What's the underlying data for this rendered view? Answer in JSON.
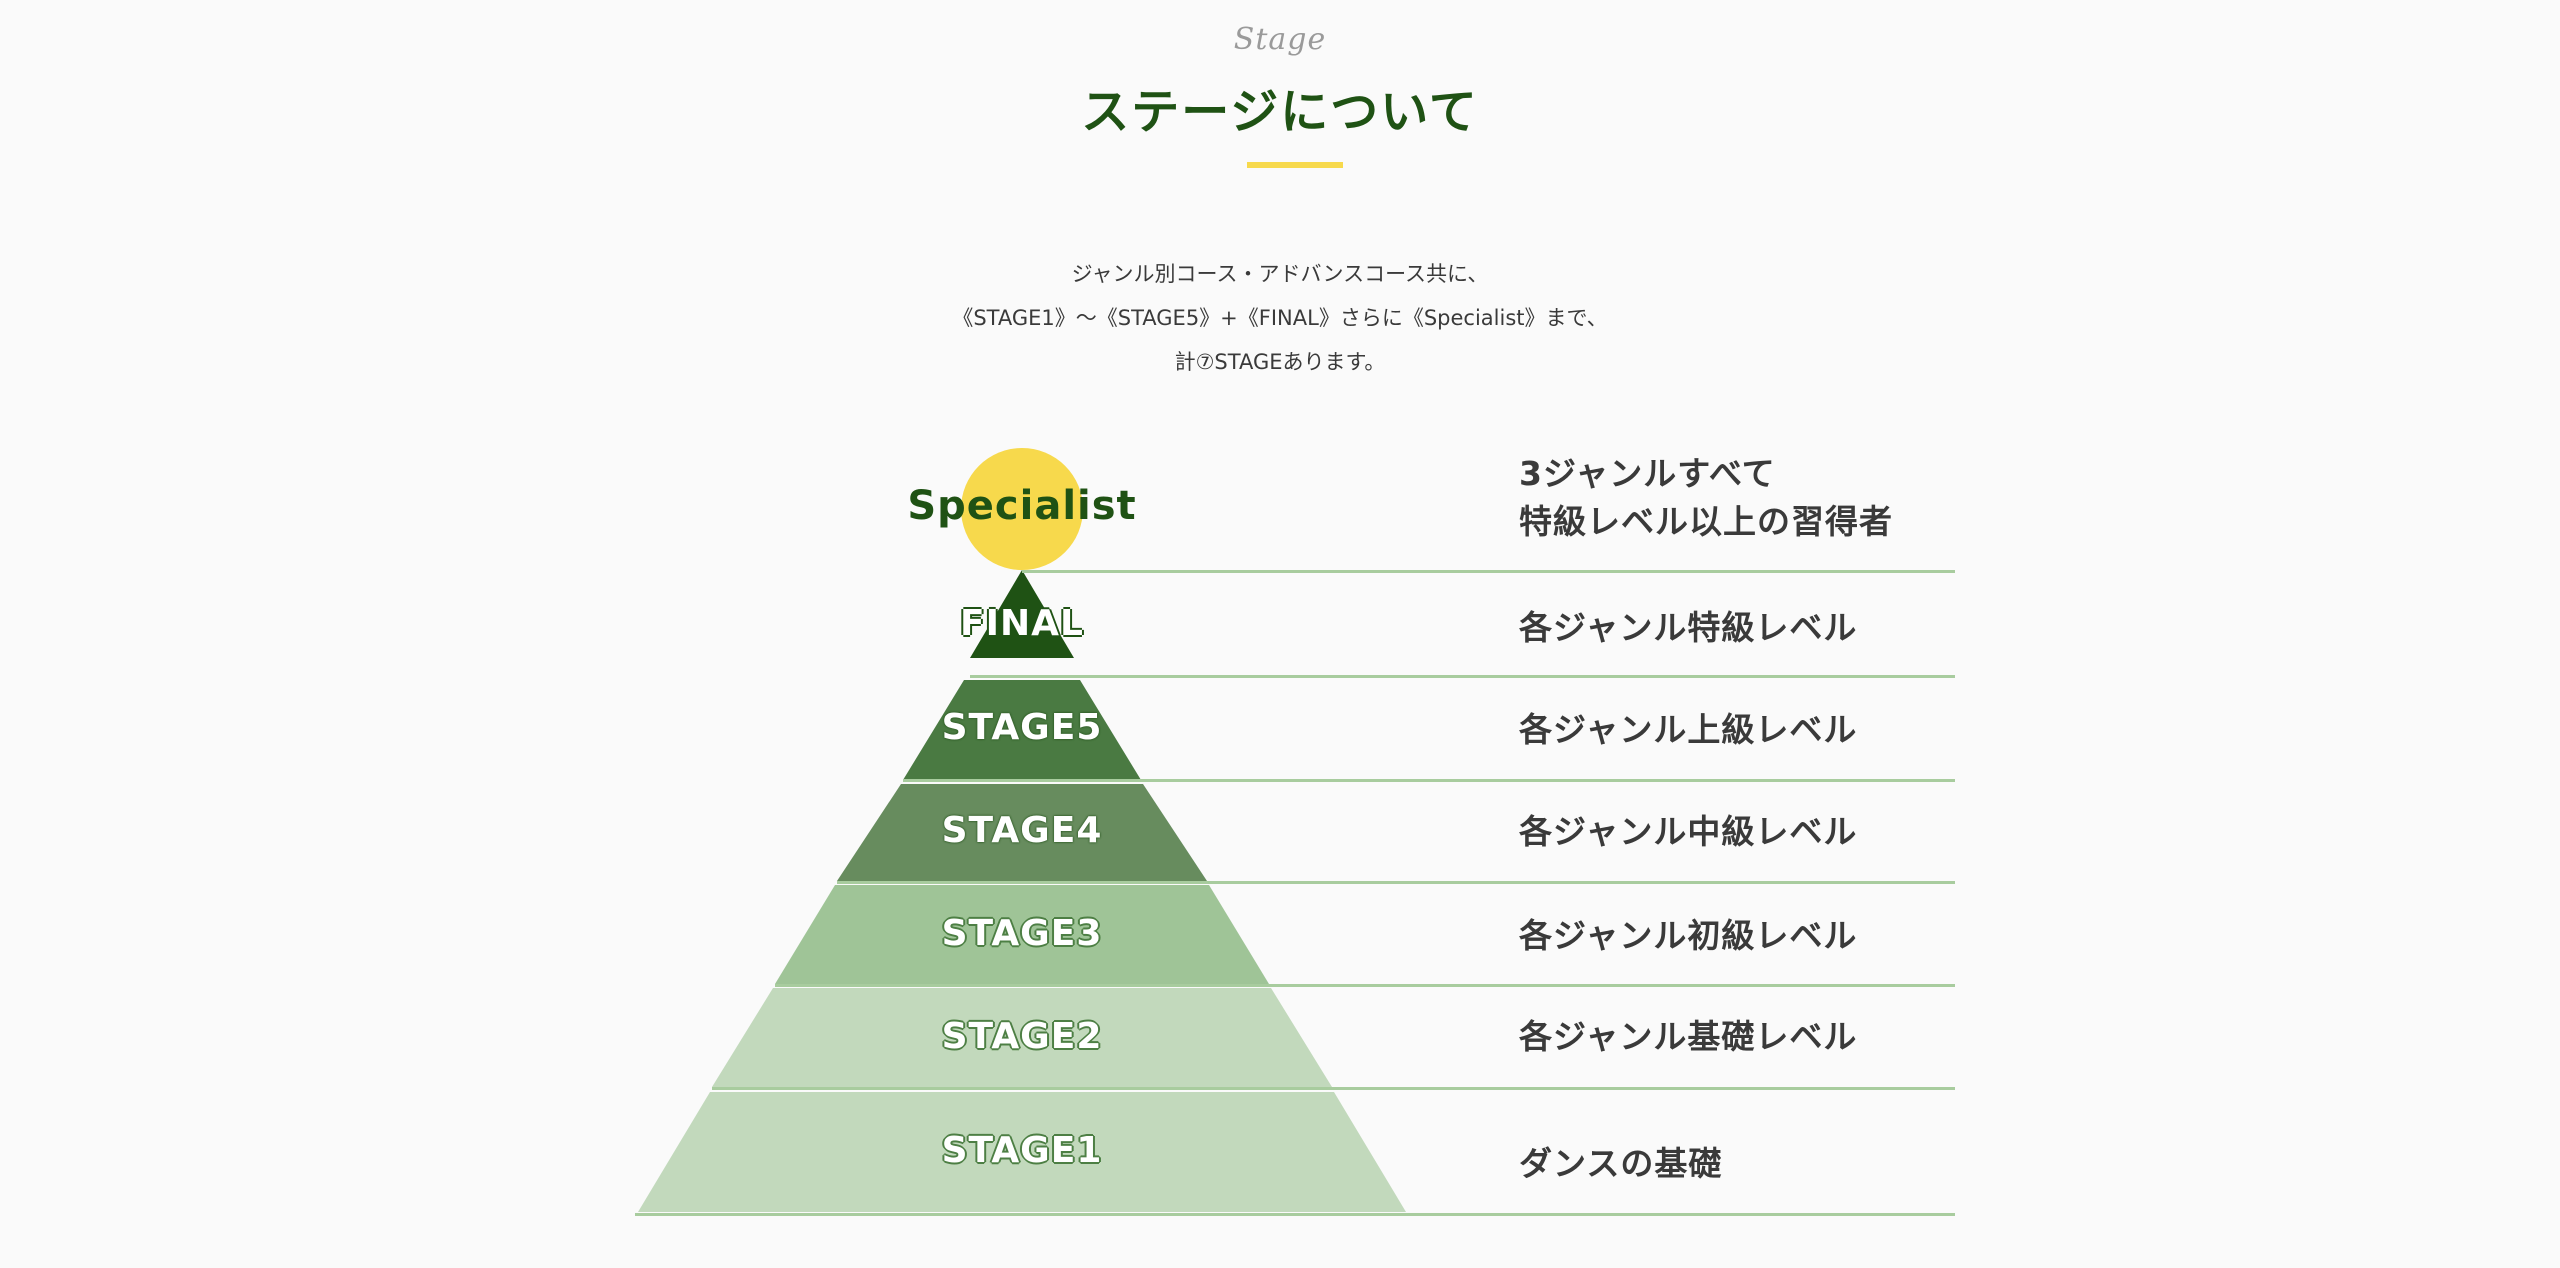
{
  "header": {
    "eyebrow": "Stage",
    "title": "ステージについて",
    "underline_color": "#f7d94c"
  },
  "intro": {
    "lines": [
      "ジャンル別コース・アドバンスコース共に、",
      "《STAGE1》〜《STAGE5》+《FINAL》さらに《Specialist》まで、",
      "計⑦STAGEあります。"
    ]
  },
  "pyramid": {
    "specialist": {
      "label": "Specialist",
      "circle_color": "#f7d94c",
      "text_color": "#1f5214",
      "description": [
        "3ジャンルすべて",
        "特級レベル以上の習得者"
      ]
    },
    "bands": [
      {
        "label": "FINAL",
        "color": "#1f5214",
        "description": "各ジャンル特級レベル"
      },
      {
        "label": "STAGE5",
        "color": "#4a7a42",
        "description": "各ジャンル上級レベル"
      },
      {
        "label": "STAGE4",
        "color": "#678c5e",
        "description": "各ジャンル中級レベル"
      },
      {
        "label": "STAGE3",
        "color": "#9fc497",
        "description": "各ジャンル初級レベル"
      },
      {
        "label": "STAGE2",
        "color": "#c2d9bc",
        "description": "各ジャンル基礎レベル"
      },
      {
        "label": "STAGE1",
        "color": "#c2d9bc",
        "description": "ダンスの基礎"
      }
    ],
    "divider_color": "#a8cc9e"
  }
}
